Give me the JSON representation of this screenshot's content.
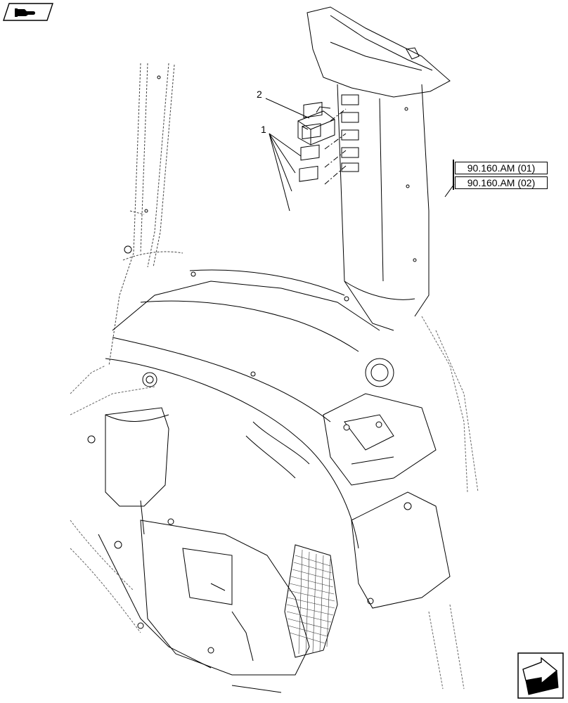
{
  "diagram": {
    "callouts": [
      {
        "id": "callout-1",
        "label": "1"
      },
      {
        "id": "callout-2",
        "label": "2"
      }
    ],
    "references": [
      {
        "id": "ref-01",
        "label": "90.160.AM (01)"
      },
      {
        "id": "ref-02",
        "label": "90.160.AM (02)"
      }
    ]
  },
  "icons": {
    "top_left": "catalog-hand-icon",
    "bottom_right": "next-page-arrow-icon"
  }
}
